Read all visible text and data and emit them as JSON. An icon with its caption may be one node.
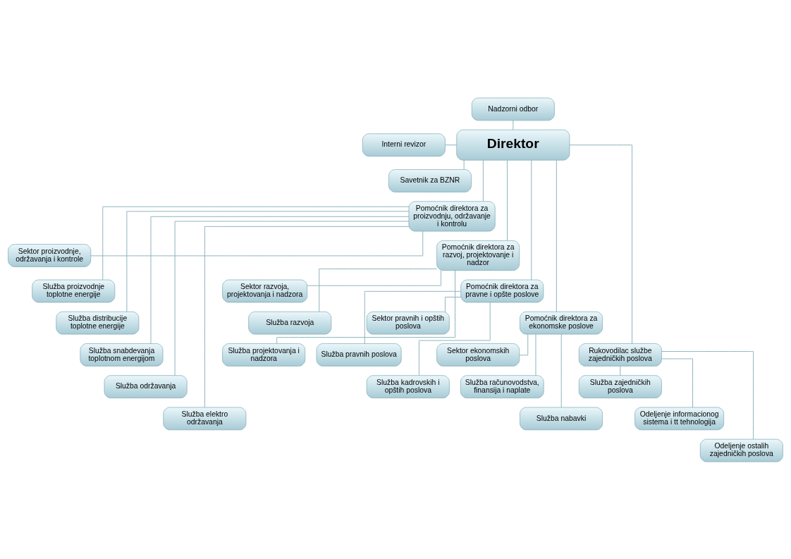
{
  "diagram": {
    "nodes": [
      {
        "text": [
          "Nadzorni odbor"
        ]
      },
      {
        "text": [
          "Interni revizor"
        ]
      },
      {
        "text": [
          "Direktor"
        ]
      },
      {
        "text": [
          "Savetnik za BZNR"
        ]
      },
      {
        "text": [
          "Pomoćnik direktora za proizvodnju, održavanje i kontrolu"
        ]
      },
      {
        "text": [
          "Sektor proizvodnje, održavanja i kontrole"
        ]
      },
      {
        "text": [
          "Služba proizvodnje toplotne energije"
        ]
      },
      {
        "text": [
          "Služba distribucije toplotne energije"
        ]
      },
      {
        "text": [
          "Služba snabdevanja toplotnom energijom"
        ]
      },
      {
        "text": [
          "Služba održavanja"
        ]
      },
      {
        "text": [
          "Služba elektro održavanja"
        ]
      },
      {
        "text": [
          "Pomoćnik direktora za razvoj, projektovanje i nadzor"
        ]
      },
      {
        "text": [
          "Sektor razvoja, projektovanja i nadzora"
        ]
      },
      {
        "text": [
          "Služba razvoja"
        ]
      },
      {
        "text": [
          "Služba projektovanja i nadzora"
        ]
      },
      {
        "text": [
          "Pomoćnik direktora za pravne i opšte poslove"
        ]
      },
      {
        "text": [
          "Sektor pravnih i opštih poslova"
        ]
      },
      {
        "text": [
          "Služba pravnih poslova"
        ]
      },
      {
        "text": [
          "Služba kadrovskih i opštih poslova"
        ]
      },
      {
        "text": [
          "Pomoćnik direktora za ekonomske poslove"
        ]
      },
      {
        "text": [
          "Sektor ekonomskih poslova"
        ]
      },
      {
        "text": [
          "Služba računovodstva, finansija i naplate"
        ]
      },
      {
        "text": [
          "Služba nabavki"
        ]
      },
      {
        "text": [
          "Rukovodilac službe zajedničkih poslova"
        ]
      },
      {
        "text": [
          "Služba zajedničkih poslova"
        ]
      },
      {
        "text": [
          "Odeljenje informacionog sistema i tt tehnologija"
        ]
      },
      {
        "text": [
          "Odeljenje ostalih zajedničkih poslova"
        ]
      }
    ],
    "edges": [
      {
        "from": 0,
        "to": 2,
        "arrow": "none"
      },
      {
        "from": 1,
        "to": 2,
        "arrow": "none"
      },
      {
        "from": 2,
        "to": 3,
        "arrow": "none"
      },
      {
        "from": 2,
        "to": 4,
        "arrow": "none"
      },
      {
        "from": 2,
        "to": 11,
        "arrow": "none"
      },
      {
        "from": 2,
        "to": 15,
        "arrow": "none"
      },
      {
        "from": 2,
        "to": 19,
        "arrow": "none"
      },
      {
        "from": 2,
        "to": 23,
        "arrow": "none"
      },
      {
        "from": 4,
        "to": 5,
        "arrow": "none"
      },
      {
        "from": 4,
        "to": 6,
        "arrow": "none"
      },
      {
        "from": 4,
        "to": 7,
        "arrow": "none"
      },
      {
        "from": 4,
        "to": 8,
        "arrow": "none"
      },
      {
        "from": 4,
        "to": 9,
        "arrow": "none"
      },
      {
        "from": 4,
        "to": 10,
        "arrow": "none"
      },
      {
        "from": 11,
        "to": 12,
        "arrow": "none"
      },
      {
        "from": 11,
        "to": 13,
        "arrow": "none"
      },
      {
        "from": 11,
        "to": 14,
        "arrow": "none"
      },
      {
        "from": 15,
        "to": 16,
        "arrow": "none"
      },
      {
        "from": 15,
        "to": 17,
        "arrow": "none"
      },
      {
        "from": 15,
        "to": 18,
        "arrow": "none"
      },
      {
        "from": 19,
        "to": 20,
        "arrow": "none"
      },
      {
        "from": 19,
        "to": 21,
        "arrow": "none"
      },
      {
        "from": 19,
        "to": 22,
        "arrow": "none"
      },
      {
        "from": 23,
        "to": 24,
        "arrow": "none"
      },
      {
        "from": 23,
        "to": 25,
        "arrow": "none"
      },
      {
        "from": 23,
        "to": 26,
        "arrow": "none"
      }
    ]
  }
}
